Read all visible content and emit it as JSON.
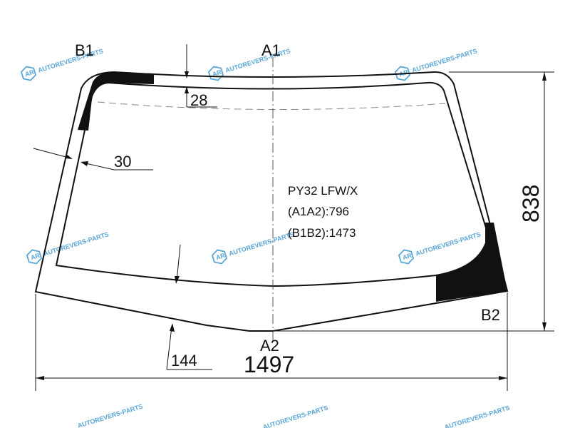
{
  "part": {
    "code": "PY32 LFW/X",
    "a1a2": "(A1A2):796",
    "b1b2": "(B1B2):1473"
  },
  "points": {
    "a1": "A1",
    "a2": "A2",
    "b1": "B1",
    "b2": "B2"
  },
  "dimensions": {
    "top_band": "28",
    "side_band": "30",
    "bottom_band": "144",
    "width": "1497",
    "height": "838"
  },
  "watermark": {
    "text": "AUTOREVERS-PARTS",
    "logo_text": "AR",
    "color": "#5aa6d6"
  },
  "colors": {
    "line": "#111111",
    "fill": "#111111",
    "dash": "#888888"
  }
}
